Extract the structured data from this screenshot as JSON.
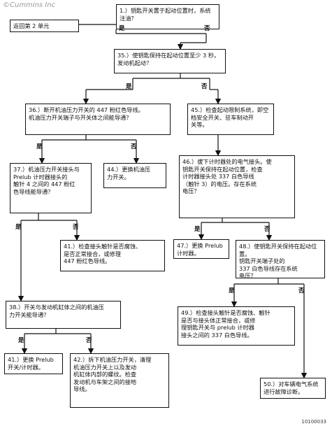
{
  "brand": {
    "watermark": "©Cummins Inc",
    "figure_id": "10100033"
  },
  "nodes": {
    "n1": "1.）钥匙开关置于起动位置时，系统\n注油？",
    "ret": "返回第 2 单元",
    "n35": "35.）使钥匙保持在起动位置至少 3 秒。\n发动机起动？",
    "n36": "36.）断开机油压力开关的 447 粉红色导线。\n机油压力开关端子与开关体之间能导通？",
    "n45": "45.）检查起动限制系统，即空\n档安全开关、驻车制动开\n关等。",
    "n37": "37.）机油压力开关接头与\nPrelub 计时器接头的\n触针 4 之间的 447 粉红\n色导线能导通？",
    "n44": "44.）更换机油压\n力开关。",
    "n46": "46.）拔下计时器处的电气接头。使\n钥匙开关保持在起动位置，检查\n计时器接头处 337 白色导线\n（触针 3）的电压。存在系统\n电压？",
    "n41a": "41.）检查接头触针是否腐蚀、\n是否正常接合，或修理\n447 粉红色导线。",
    "n47": "47.）更换 Prelub\n计时器。",
    "n48": "48.）使钥匙开关保持在起动位置。\n钥匙开关端子处的\n337 白色导线存在系统\n电压？",
    "n38": "38.）开关与发动机缸体之间的机油压\n力开关能导通？",
    "n49": "49.）检查接头触针是否腐蚀、触针\n是否与接头体正常接合，或修\n理钥匙开关与 prelub 计时器\n接头之间的 337 白色导线。",
    "n41b": "41.）更换 Prelub\n开关/计时器。",
    "n42": "42.）拆下机油压力开关，清理\n机油压力开关上以及发动\n机缸体内部的螺纹。检查\n发动机与车架之间的接地\n导线。",
    "n50": "50.）对车辆电气系统\n进行故障诊断。"
  },
  "branch": {
    "yes": "是",
    "no": "否"
  }
}
